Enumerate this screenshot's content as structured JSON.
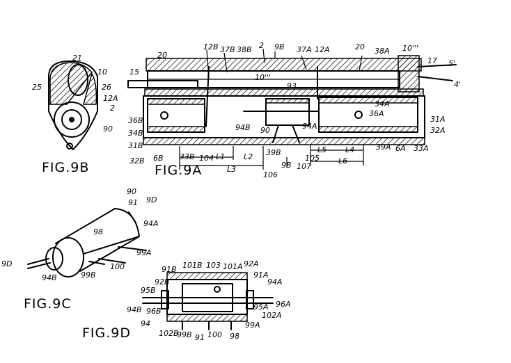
{
  "figures": {
    "fig9a": "FIG.9A",
    "fig9b": "FIG.9B",
    "fig9c": "FIG.9C",
    "fig9d": "FIG.9D"
  },
  "labels_9a": [
    "20",
    "12B",
    "37B",
    "38B",
    "2",
    "9B",
    "37A",
    "12A",
    "20",
    "38A",
    "10'''",
    "17",
    "5'",
    "4'",
    "15",
    "10'''",
    "93",
    "34A",
    "36A",
    "31A",
    "32A",
    "36B",
    "34B",
    "31B",
    "32B",
    "6B",
    "33B",
    "104",
    "L1",
    "L2",
    "L3",
    "94B",
    "90",
    "94A",
    "39B",
    "9B",
    "106",
    "107",
    "105",
    "L5",
    "L4",
    "L6",
    "39A",
    "6A",
    "33A"
  ],
  "labels_9b": [
    "21",
    "10",
    "25",
    "26",
    "12A",
    "2",
    "90"
  ],
  "labels_9c": [
    "90",
    "91",
    "9D",
    "94A",
    "98",
    "99A",
    "100",
    "99B",
    "94B",
    "9D"
  ],
  "labels_9d": [
    "91B",
    "101B",
    "103",
    "101A",
    "92A",
    "91A",
    "94A",
    "95B",
    "92B",
    "95A",
    "96A",
    "94B",
    "96B",
    "102A",
    "94",
    "102B",
    "99B",
    "91",
    "100",
    "98",
    "99A"
  ]
}
